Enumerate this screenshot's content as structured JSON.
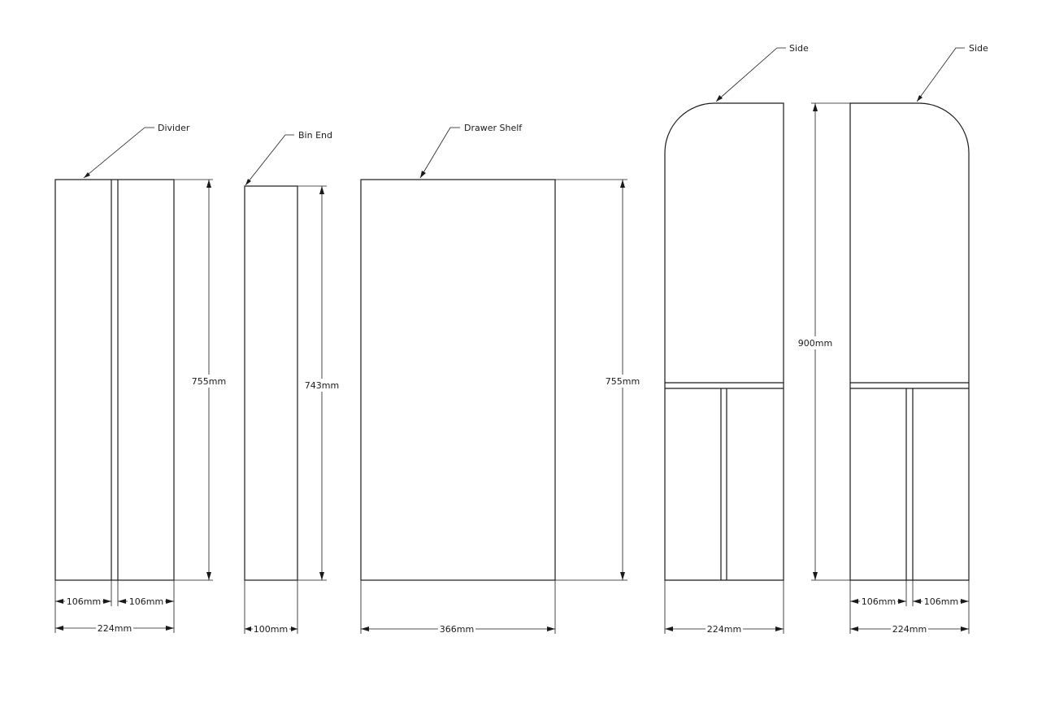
{
  "parts": [
    {
      "id": "divider",
      "label": "Divider",
      "dimensions": {
        "height": "755mm",
        "width": "224mm",
        "left_section": "106mm",
        "right_section": "106mm"
      }
    },
    {
      "id": "bin-end",
      "label": "Bin End",
      "dimensions": {
        "height": "743mm",
        "width": "100mm"
      }
    },
    {
      "id": "drawer-shelf",
      "label": "Drawer Shelf",
      "dimensions": {
        "height": "755mm",
        "width": "366mm"
      }
    },
    {
      "id": "side-left",
      "label": "Side",
      "dimensions": {
        "width": "224mm"
      }
    },
    {
      "id": "side-right",
      "label": "Side",
      "dimensions": {
        "height": "900mm",
        "width": "224mm",
        "left_section": "106mm",
        "right_section": "106mm"
      }
    }
  ],
  "colors": {
    "line": "#1a1a1a",
    "background": "#ffffff"
  }
}
